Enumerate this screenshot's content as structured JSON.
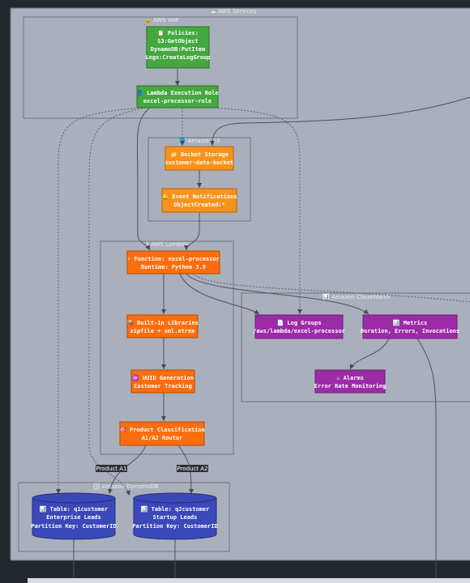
{
  "clusters": {
    "aws_services": "AWS Services",
    "aws_iam": "AWS IAM",
    "amazon_s3": "Amazon S3",
    "aws_lambda": "AWS Lambda",
    "amazon_cloudwatch": "Amazon CloudWatch",
    "amazon_dynamodb": "Amazon DynamoDB"
  },
  "nodes": {
    "policies": {
      "icon": "📋",
      "lines": [
        "Policies:",
        "S3:GetObject",
        "DynamoDB:PutItem",
        "Logs:CreateLogGroup"
      ]
    },
    "lambda_role": {
      "icon": "👤",
      "lines": [
        "Lambda Execution Role",
        "excel-processor-role"
      ]
    },
    "bucket": {
      "icon": "📁",
      "lines": [
        "Bucket Storage",
        "customer-data-bucket"
      ]
    },
    "event_notifications": {
      "icon": "🔔",
      "lines": [
        "Event Notifications",
        "ObjectCreated:*"
      ]
    },
    "function": {
      "icon": "⚡",
      "lines": [
        "Function: excel-processor",
        "Runtime: Python 3.9"
      ]
    },
    "libraries": {
      "icon": "📦",
      "lines": [
        "Built-in Libraries",
        "zipfile + xml.etree"
      ]
    },
    "uuid": {
      "icon": "🆔",
      "lines": [
        "UUID Generation",
        "Customer Tracking"
      ]
    },
    "classification": {
      "icon": "🎯",
      "lines": [
        "Product Classification",
        "A1/A2 Router"
      ]
    },
    "log_groups": {
      "icon": "📄",
      "lines": [
        "Log Groups",
        "/aws/lambda/excel-processor"
      ]
    },
    "metrics": {
      "icon": "📊",
      "lines": [
        "Metrics",
        "Duration, Errors, Invocations"
      ]
    },
    "alarms": {
      "icon": "⚠",
      "lines": [
        "Alarms",
        "Error Rate Monitoring"
      ]
    },
    "table_q1": {
      "icon": "📊",
      "lines": [
        "Table: q1customer",
        "Enterprise Leads",
        "Partition Key: CustomerID"
      ]
    },
    "table_q2": {
      "icon": "📊",
      "lines": [
        "Table: q2customer",
        "Startup Leads",
        "Partition Key: CustomerID"
      ]
    }
  },
  "edge_labels": {
    "product_a1": "Product A1",
    "product_a2": "Product A2"
  },
  "icons": {
    "aws_services": "cloud-icon",
    "aws_iam": "lock-icon",
    "amazon_s3": "bucket-icon",
    "aws_lambda": "lambda-icon",
    "amazon_cloudwatch": "chart-icon",
    "amazon_dynamodb": "database-icon"
  },
  "colors": {
    "background": "#23272e",
    "cluster_fill": "#a9b0bb",
    "iam_green": "#44a83e",
    "s3_orange": "#f7921b",
    "lambda_orange": "#fc6d0e",
    "cloudwatch_purple": "#9c2ba7",
    "dynamodb_blue": "#3b48b9"
  }
}
